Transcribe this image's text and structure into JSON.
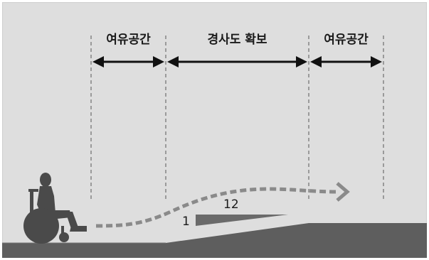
{
  "zones": [
    {
      "label": "여유공간"
    },
    {
      "label": "경사도 확보"
    },
    {
      "label": "여유공간"
    }
  ],
  "slope": {
    "run": "12",
    "rise": "1"
  },
  "colors": {
    "background": "#dedede",
    "ground": "#5e5e5e",
    "figure": "#4a4a4a",
    "path": "#8a8a8a",
    "slope_triangle": "#6a6a6a"
  }
}
